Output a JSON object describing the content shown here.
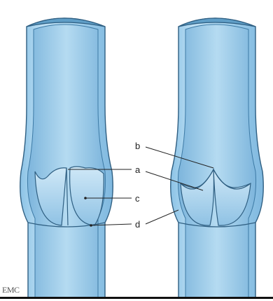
{
  "labels": {
    "a": "a",
    "b": "b",
    "c": "c",
    "d": "d"
  },
  "logo": "EMC",
  "colors": {
    "vessel_fill": "#a9d3ec",
    "vessel_light": "#cfe7f6",
    "vessel_dark": "#5f9ec7",
    "vessel_outline": "#2f5f82",
    "lumen": "#7fb6dc",
    "baseline": "#111111"
  }
}
